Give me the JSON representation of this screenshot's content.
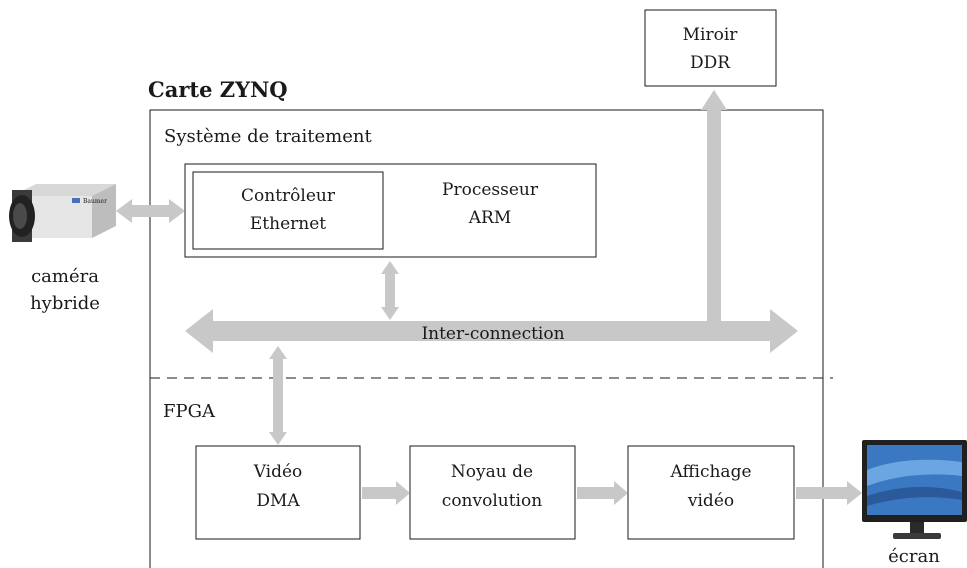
{
  "board_title": "Carte ZYNQ",
  "ps_label": "Système de traitement",
  "pl_label": "FPGA",
  "ethernet": [
    "Contrôleur",
    "Ethernet"
  ],
  "processor": [
    "Processeur",
    "ARM"
  ],
  "mirror": [
    "Miroir",
    "DDR"
  ],
  "interconnect": "Inter-connection",
  "vdma": [
    "Vidéo",
    "DMA"
  ],
  "conv": [
    "Noyau de",
    "convolution"
  ],
  "display": [
    "Affichage",
    "vidéo"
  ],
  "camera_label": [
    "caméra",
    "hybride"
  ],
  "camera_brand": "Baumer",
  "screen_label": "écran"
}
